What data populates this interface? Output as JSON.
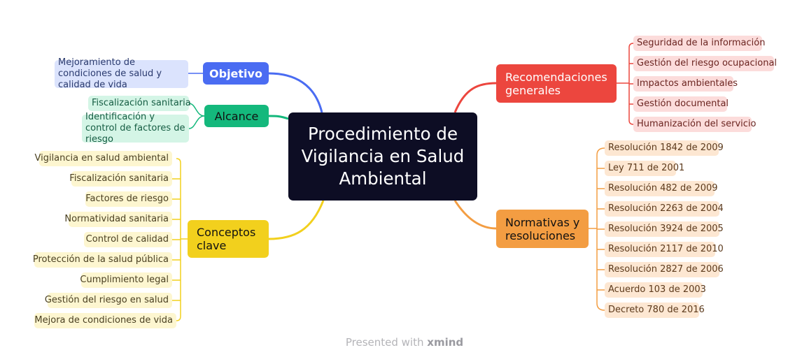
{
  "central": {
    "title": "Procedimiento de Vigilancia en Salud Ambiental"
  },
  "branches": {
    "objetivo": {
      "label": "Objetivo",
      "color": "#4a6cf2",
      "items": [
        "Mejoramiento de condiciones de salud y calidad de vida"
      ]
    },
    "alcance": {
      "label": "Alcance",
      "color": "#14b87c",
      "items": [
        "Fiscalización sanitaria",
        "Identificación y control de factores de riesgo"
      ]
    },
    "conceptos": {
      "label": "Conceptos clave",
      "color": "#f2d01d",
      "items": [
        "Vigilancia en salud ambiental",
        "Fiscalización sanitaria",
        "Factores de riesgo",
        "Normatividad sanitaria",
        "Control de calidad",
        "Protección de la salud pública",
        "Cumplimiento legal",
        "Gestión del riesgo en salud",
        "Mejora de condiciones de vida"
      ]
    },
    "recomendaciones": {
      "label": "Recomendaciones generales",
      "color": "#ec463e",
      "items": [
        "Seguridad de la información",
        "Gestión del riesgo ocupacional",
        "Impactos ambientales",
        "Gestión documental",
        "Humanización del servicio"
      ]
    },
    "normativas": {
      "label": "Normativas y resoluciones",
      "color": "#f39d42",
      "items": [
        "Resolución 1842 de 2009",
        "Ley 711 de 2001",
        "Resolución 482 de 2009",
        "Resolución 2263 de 2004",
        "Resolución 3924 de 2005",
        "Resolución 2117 de 2010",
        "Resolución 2827 de 2006",
        "Acuerdo 103 de 2003",
        "Decreto 780 de 2016"
      ]
    }
  },
  "footer": {
    "prefix": "Presented with",
    "brand": "xmind"
  }
}
